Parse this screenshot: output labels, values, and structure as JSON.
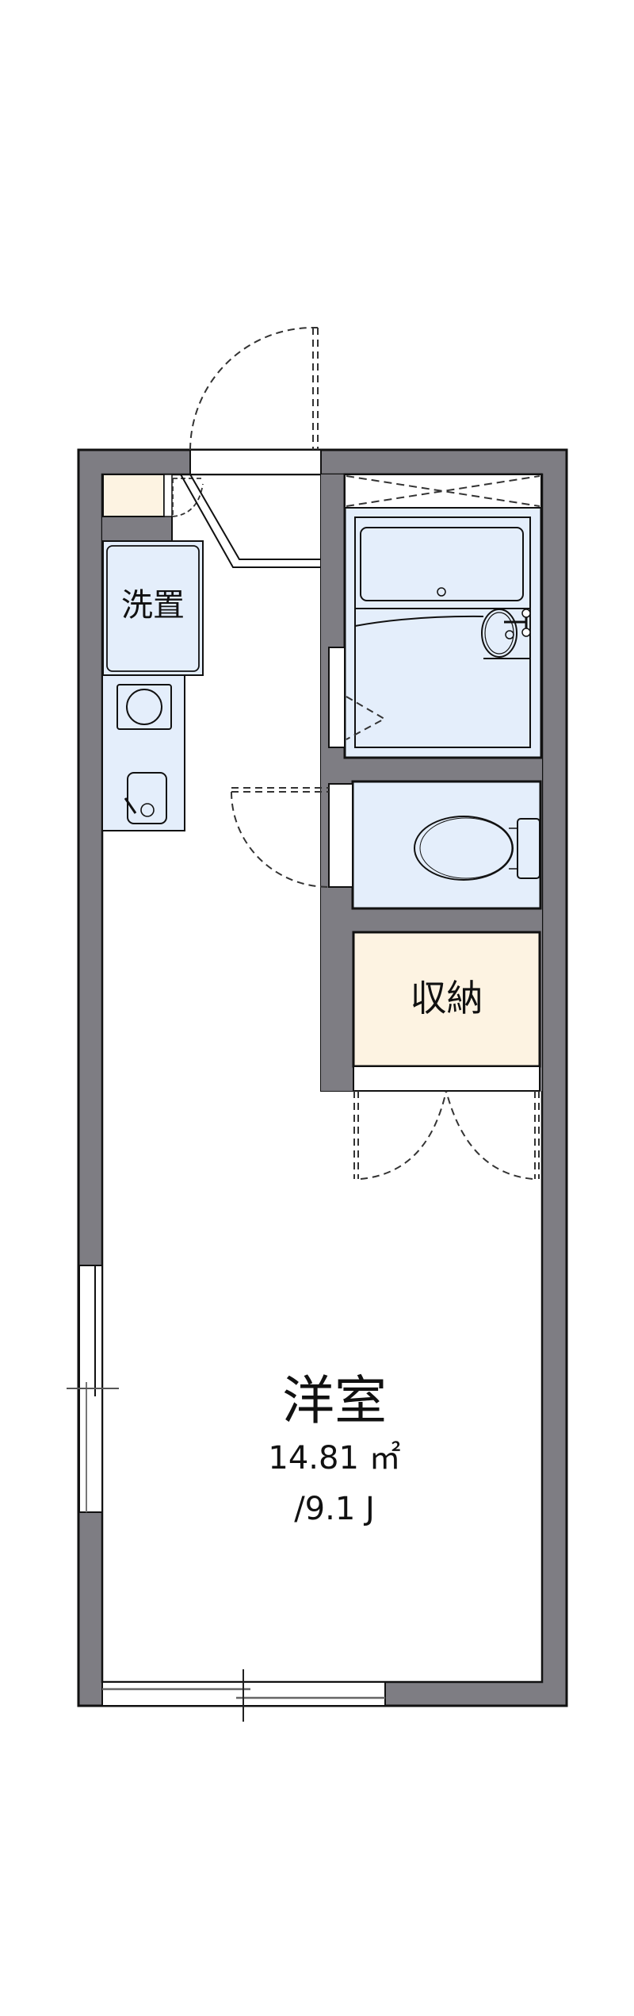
{
  "floor_plan": {
    "rooms": [
      {
        "id": "washer",
        "label": "洗置"
      },
      {
        "id": "storage",
        "label": "収納"
      },
      {
        "id": "western_room",
        "label": "洋室",
        "area": "14.81",
        "area_unit": "㎡",
        "tatami": "/9.1 J"
      }
    ],
    "fixtures": [
      "entrance-door",
      "shoe-box",
      "washer-space",
      "kitchen-stove",
      "kitchen-sink",
      "unit-bath",
      "bathtub",
      "wash-basin",
      "toilet",
      "storage-double-door",
      "window-left",
      "window-bottom"
    ],
    "colors": {
      "wall": "#7e7d83",
      "wet_area": "#e4eefb",
      "storage": "#fdf3e2",
      "outline": "#111111"
    }
  }
}
